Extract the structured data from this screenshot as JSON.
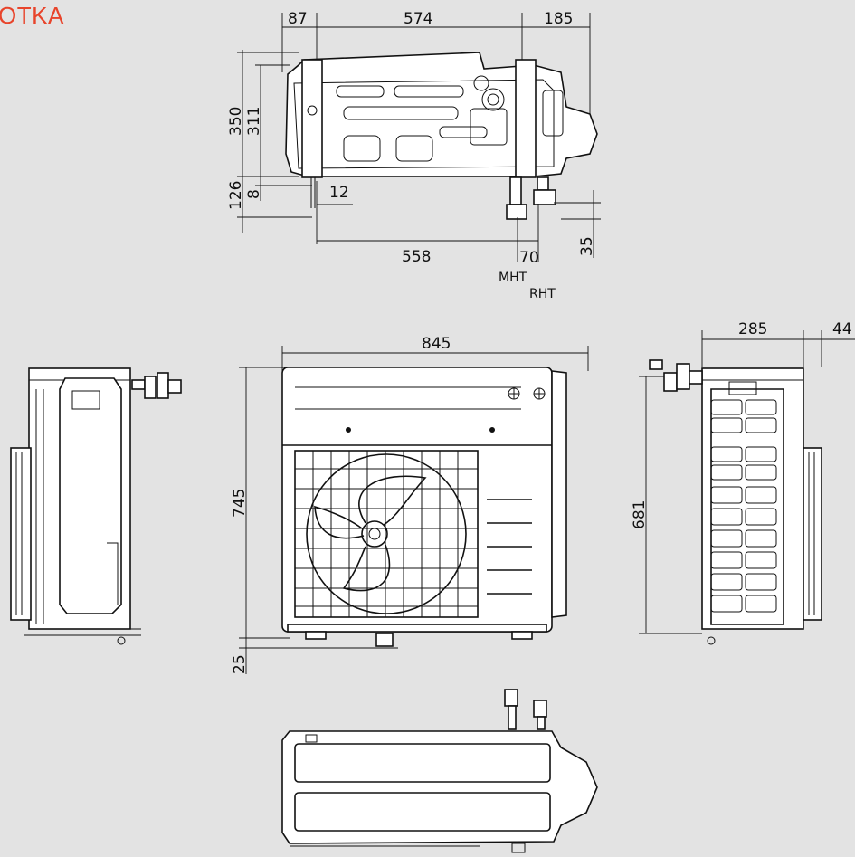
{
  "title": "OTKA",
  "colors": {
    "background": "#e3e3e3",
    "title": "#e8442b",
    "line": "#111111",
    "body": "#ffffff"
  },
  "dimensions": {
    "top_87": "87",
    "top_574": "574",
    "top_185": "185",
    "top_350": "350",
    "top_311": "311",
    "top_126": "126",
    "top_8": "8",
    "top_12": "12",
    "top_558": "558",
    "top_70": "70",
    "top_35": "35",
    "front_845": "845",
    "front_745": "745",
    "front_25": "25",
    "side_285": "285",
    "side_44": "44",
    "side_681": "681"
  },
  "labels": {
    "mht": "MHT",
    "rht": "RHT"
  }
}
